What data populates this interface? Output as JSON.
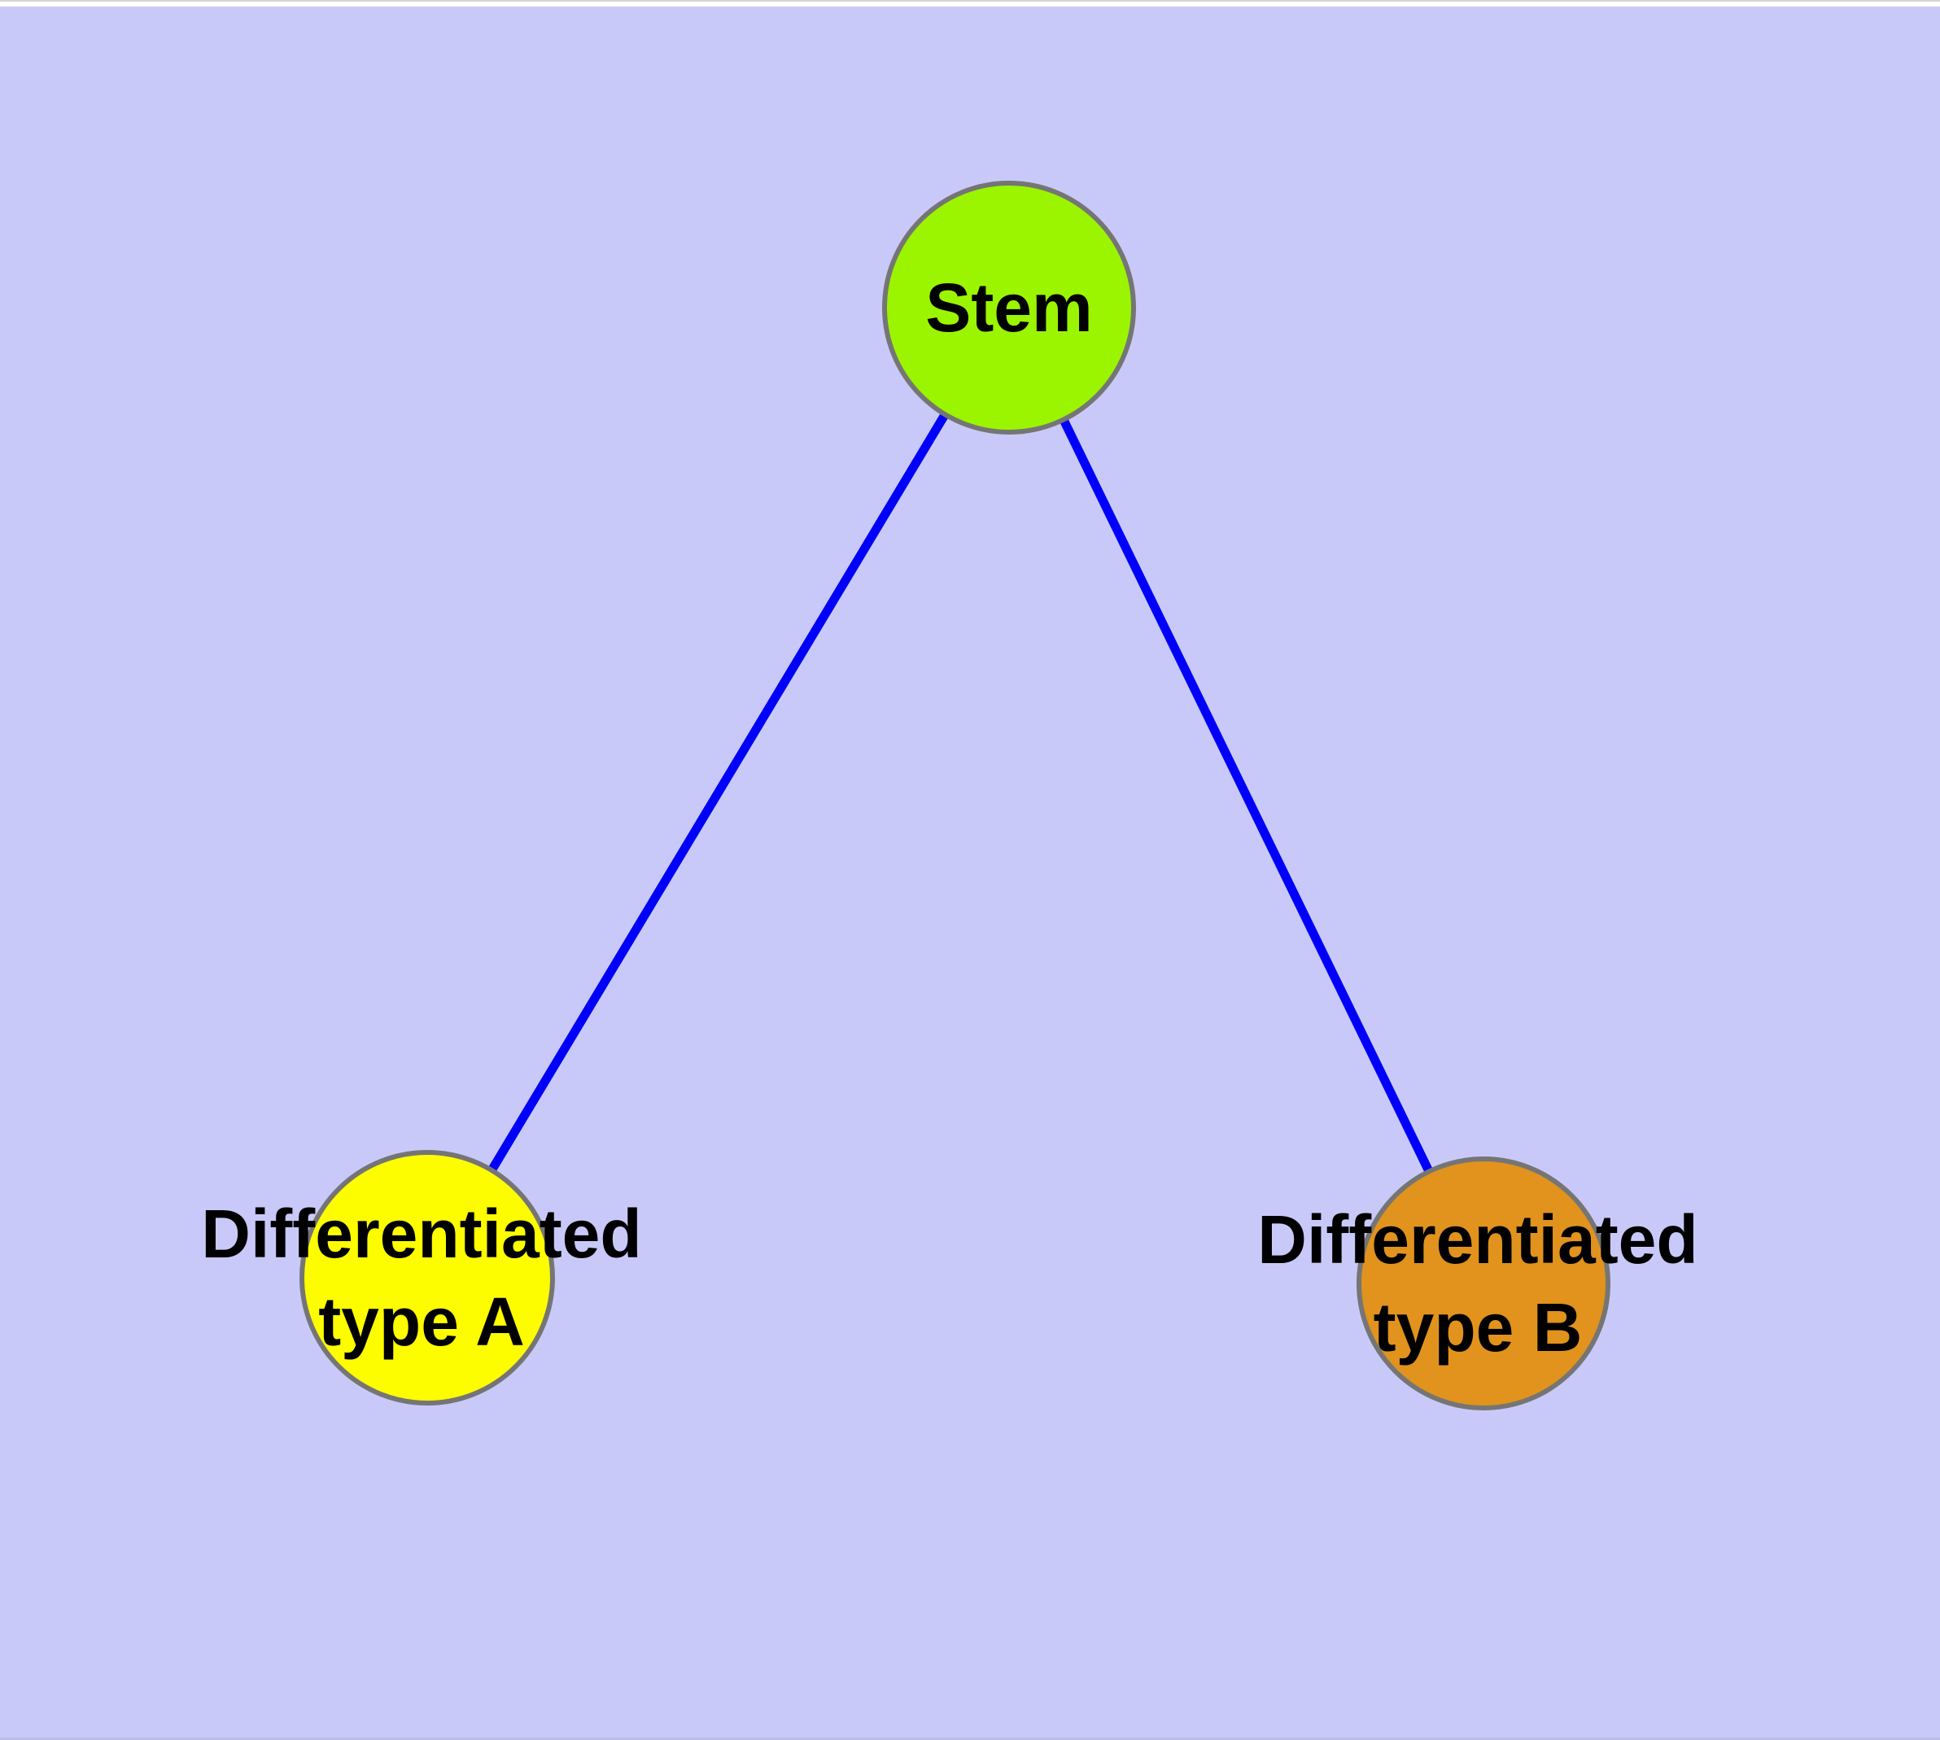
{
  "diagram": {
    "type": "graph",
    "description": "Cell differentiation hierarchy diagram with one stem node and two differentiated type nodes",
    "colors": {
      "background": "#c9c9f9",
      "top_edge_line": "#d6d6d6",
      "top_strip": "#ffffff",
      "bottom_strip": "#bdbde7",
      "edge": "#0000fa",
      "node_border": "#757575",
      "label": "#000000"
    },
    "nodes": [
      {
        "id": "stem",
        "label": "Stem",
        "fill": "#9bf500"
      },
      {
        "id": "differentiated-type-a",
        "label_line1": "Differentiated",
        "label_line2": "type A",
        "fill": "#fdfd00"
      },
      {
        "id": "differentiated-type-b",
        "label_line1": "Differentiated",
        "label_line2": "type B",
        "fill": "#e1931d"
      }
    ],
    "edges": [
      {
        "from": "stem",
        "to": "differentiated-type-a"
      },
      {
        "from": "stem",
        "to": "differentiated-type-b"
      }
    ]
  }
}
